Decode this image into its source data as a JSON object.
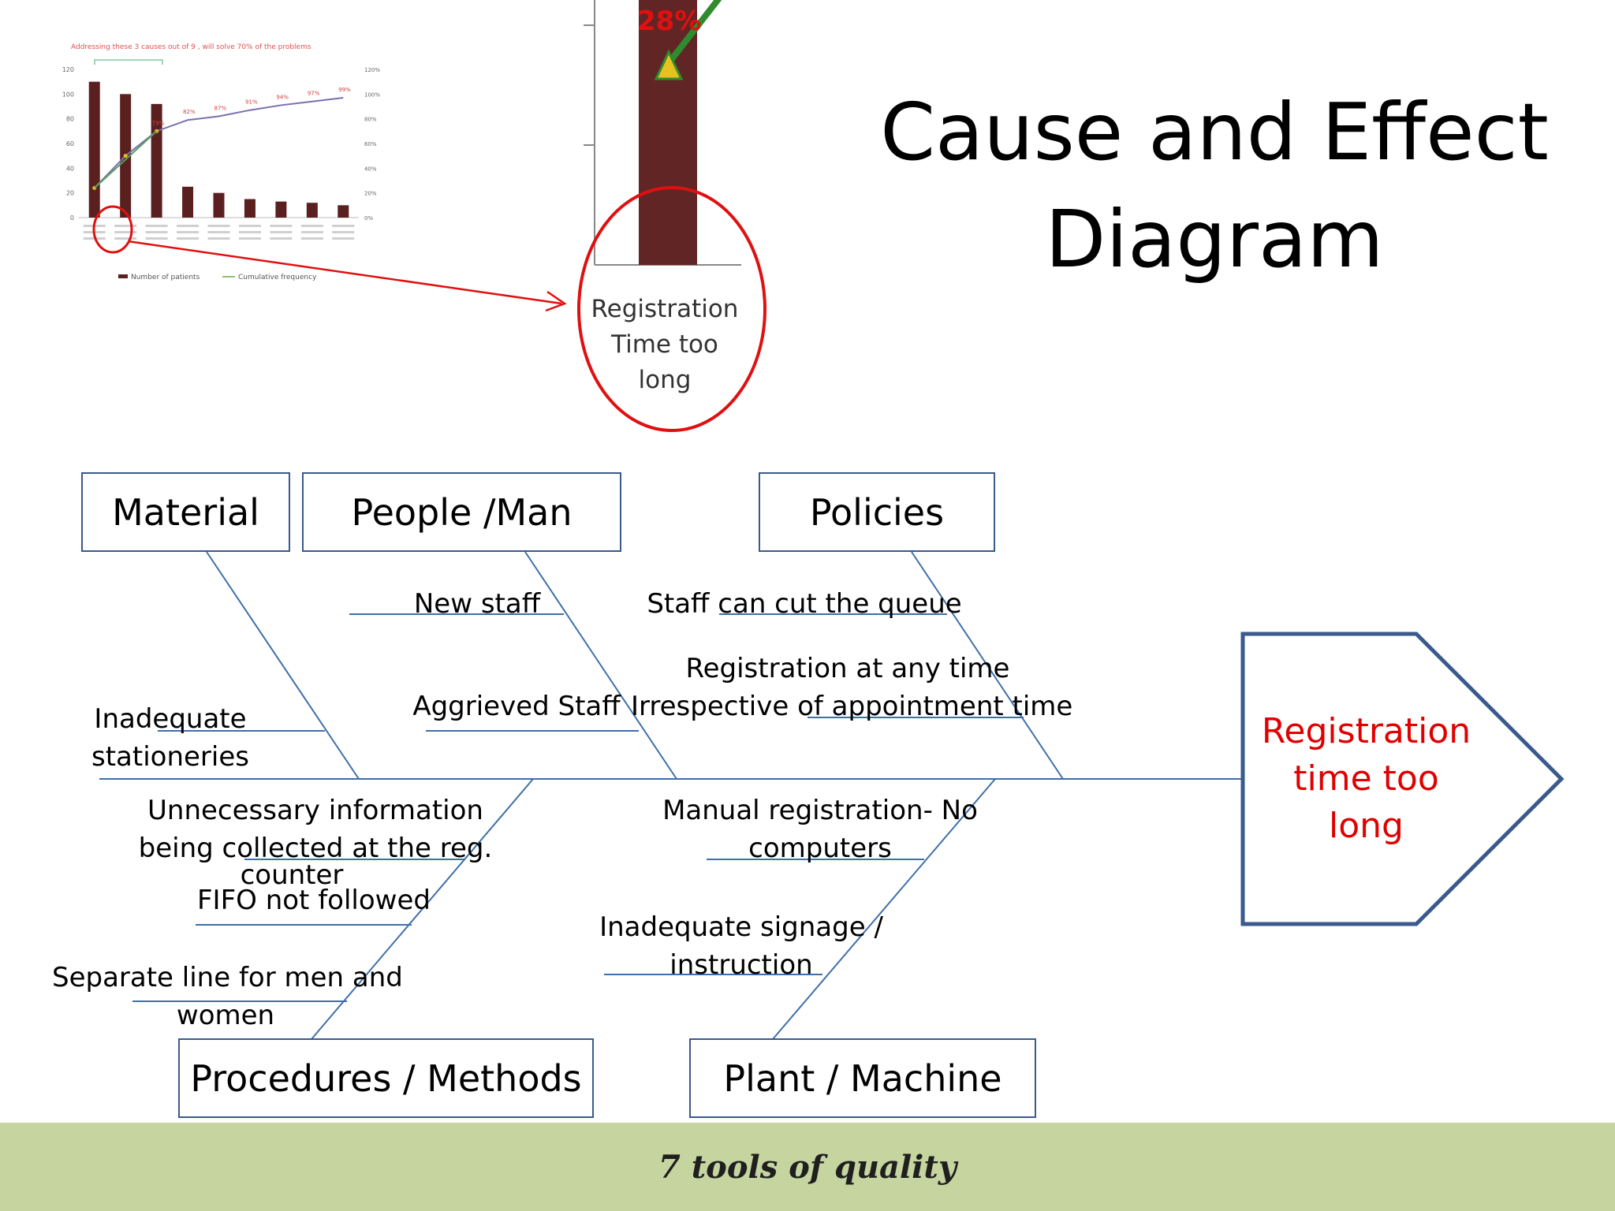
{
  "slide": {
    "title_line1": "Cause and Effect",
    "title_line2": "Diagram",
    "footer": "7 tools of quality"
  },
  "pareto_thumbnail": {
    "annotation": "Addressing these 3 causes out of 9 , will solve 70% of the problems",
    "y_ticks": [
      "120",
      "100",
      "80",
      "60",
      "40",
      "20",
      "0"
    ],
    "y2_ticks": [
      "120%",
      "100%",
      "80%",
      "60%",
      "40%",
      "20%",
      "0%"
    ],
    "pct_labels": [
      "79%",
      "82%",
      "87%",
      "91%",
      "94%",
      "97%",
      "99%"
    ],
    "bar_values": [
      110,
      100,
      92,
      25,
      20,
      15,
      13,
      12,
      10
    ],
    "cumulative_pct": [
      24,
      50,
      70,
      79,
      82,
      87,
      91,
      94,
      97,
      99,
      100
    ],
    "legend_bars": "Number of patients",
    "legend_line": "Cumulative frequency"
  },
  "zoom": {
    "percent_label": "28%",
    "label_line1": "Registration",
    "label_line2": "Time  too",
    "label_line3": "long"
  },
  "fishbone": {
    "effect_line1": "Registration",
    "effect_line2": "time too",
    "effect_line3": "long",
    "categories": {
      "material": "Material",
      "people": "People /Man",
      "policies": "Policies",
      "procedures": "Procedures / Methods",
      "plant": "Plant / Machine"
    },
    "causes": {
      "inadequate_stationeries_1": "Inadequate",
      "inadequate_stationeries_2": "stationeries",
      "new_staff": "New staff",
      "aggrieved_staff": "Aggrieved Staff",
      "staff_cut_queue": "Staff can cut the queue",
      "registration_any_time_1": "Registration at any time",
      "registration_any_time_2": "Irrespective of appointment time",
      "unnecessary_info_1": "Unnecessary information",
      "unnecessary_info_2": "being collected at the reg.",
      "unnecessary_info_3": "counter",
      "fifo": "FIFO not followed",
      "separate_line_1": "Separate line for men and",
      "separate_line_2": "women",
      "manual_registration_1": "Manual registration- No",
      "manual_registration_2": "computers",
      "signage_1": "Inadequate signage /",
      "signage_2": "instruction"
    }
  }
}
